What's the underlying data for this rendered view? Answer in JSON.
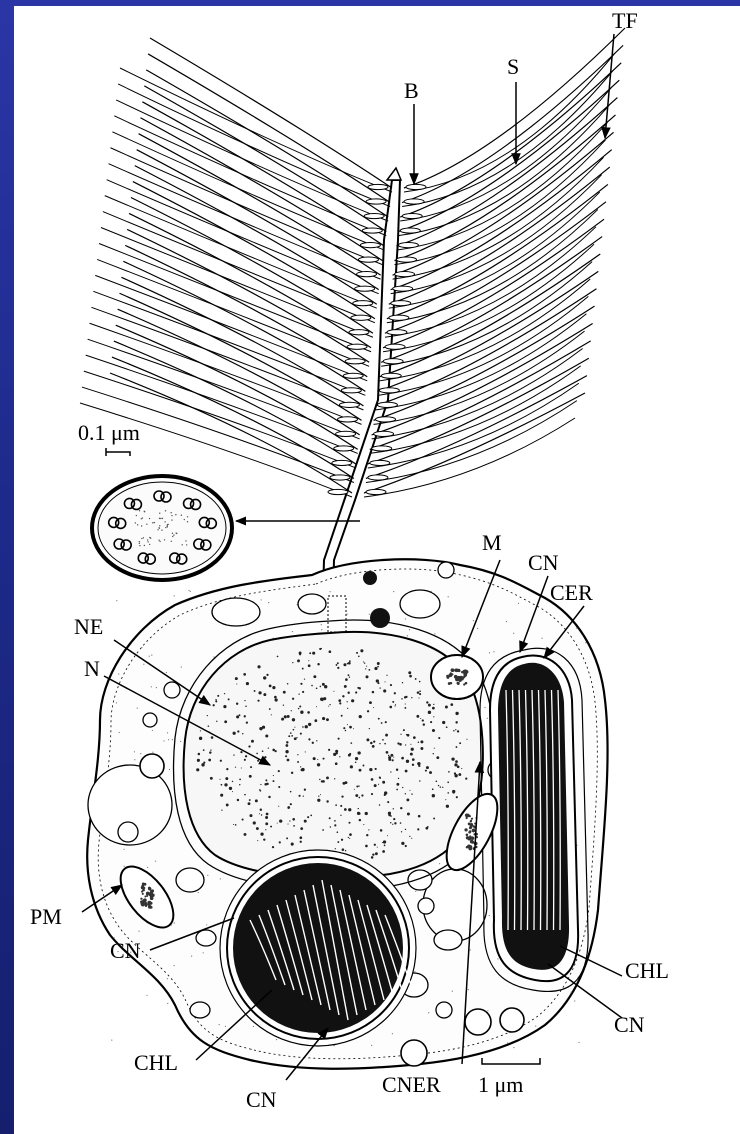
{
  "left_edge_glyph": ")",
  "scale_labels": {
    "small": "0.1 μm",
    "large": "1 μm"
  },
  "labels": {
    "TF": "TF",
    "S": "S",
    "B": "B",
    "M": "M",
    "CN_top": "CN",
    "CER": "CER",
    "NE": "NE",
    "N": "N",
    "PM": "PM",
    "CN_left": "CN",
    "CHL_left": "CHL",
    "CN_bottom": "CN",
    "CNER": "CNER",
    "CHL_right": "CHL",
    "CN_right": "CN"
  },
  "colors": {
    "background": "#1d2a8a",
    "panel": "#ffffff",
    "ink": "#000000"
  }
}
